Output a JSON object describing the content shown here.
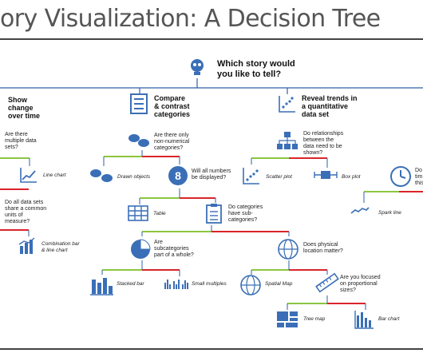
{
  "title": "ory Visualization: A Decision Tree",
  "root_question": [
    "Which story would",
    "you like to tell?"
  ],
  "branches": {
    "change": [
      "Show",
      "change",
      "over time"
    ],
    "compare": [
      "Compare",
      "& contrast",
      "categories"
    ],
    "trends": [
      "Reveal trends in",
      "a quantitative",
      "data set"
    ]
  },
  "questions": {
    "multiple_sets": [
      "Are there",
      "multiple data",
      "sets?"
    ],
    "non_numerical": [
      "Are there only",
      "non-numerical",
      "categories?"
    ],
    "relationships": [
      "Do relationships",
      "between the",
      "data need to be",
      "shown?"
    ],
    "numbers_displayed": [
      "Will all numbers",
      "be displayed?"
    ],
    "common_units": [
      "Do all data sets",
      "share a common",
      "units of",
      "measure?"
    ],
    "subcategories": [
      "Do categories",
      "have sub-",
      "categories?"
    ],
    "part_of_whole": [
      "Are",
      "subcategories",
      "part of a whole?"
    ],
    "physical_location": [
      "Does physical",
      "location matter?"
    ],
    "proportional": [
      "Are you focused",
      "on proportional",
      "sizes?"
    ],
    "time_cut": [
      "Do",
      "tim",
      "this"
    ]
  },
  "charts": {
    "line": "Line chart",
    "drawn": "Drawn objects",
    "scatter": "Scatter plot",
    "box": "Box plot",
    "spark": "Spark line",
    "table": "Table",
    "combo": [
      "Combination bar",
      "& line chart"
    ],
    "stacked": "Stacked bar",
    "small_multiples": "Small multiples",
    "spatial": "Spatial Map",
    "tree_map": "Tree map",
    "bar": "Bar chart"
  },
  "badge_number": "8",
  "colors": {
    "blue": "#3a6fb7",
    "yes": "#8cc63f",
    "no": "#d9252a",
    "line": "#2f5fa8"
  },
  "icons": [
    "brain-icon",
    "checklist-icon",
    "scatter-icon",
    "hierarchy-icon",
    "line-chart-icon",
    "clock-icon",
    "drawn-objects-icon",
    "box-plot-icon",
    "table-icon",
    "clipboard-icon",
    "pie-icon",
    "globe-icon",
    "bar-chart-icon",
    "ruler-icon",
    "tree-map-icon",
    "sparkline-icon"
  ]
}
